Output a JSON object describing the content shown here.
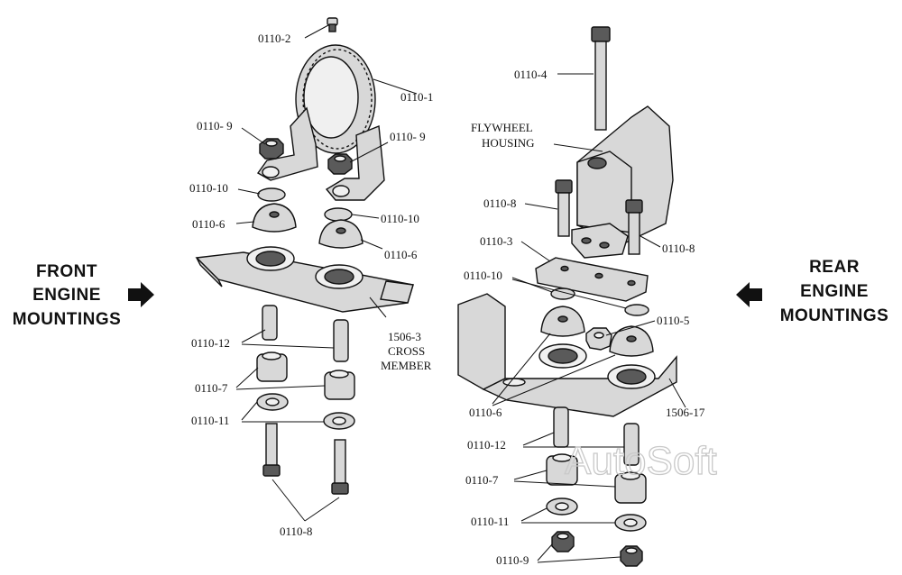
{
  "watermark": "AutoSoft",
  "side_labels": {
    "front": [
      "FRONT",
      "ENGINE",
      "MOUNTINGS"
    ],
    "rear": [
      "REAR",
      "ENGINE",
      "MOUNTINGS"
    ]
  },
  "callouts": {
    "front": {
      "c0110_2": "0110-2",
      "c0110_1": "0110-1",
      "c0110_9a": "0110- 9",
      "c0110_9b": "0110- 9",
      "c0110_10a": "0110-10",
      "c0110_10b": "0110-10",
      "c0110_6a": "0110-6",
      "c0110_6b": "0110-6",
      "cross_member": [
        "1506-3",
        "CROSS",
        "MEMBER"
      ],
      "c0110_12": "0110-12",
      "c0110_7": "0110-7",
      "c0110_11": "0110-11",
      "c0110_8": "0110-8"
    },
    "rear": {
      "c0110_4": "0110-4",
      "flywheel": [
        "FLYWHEEL",
        "HOUSING"
      ],
      "c0110_8a": "0110-8",
      "c0110_8b": "0110-8",
      "c0110_3": "0110-3",
      "c0110_10": "0110-10",
      "c0110_5": "0110-5",
      "c0110_6": "0110-6",
      "c1506_17": "1506-17",
      "c0110_12": "0110-12",
      "c0110_7": "0110-7",
      "c0110_11": "0110-11",
      "c0110_9": "0110-9"
    }
  }
}
